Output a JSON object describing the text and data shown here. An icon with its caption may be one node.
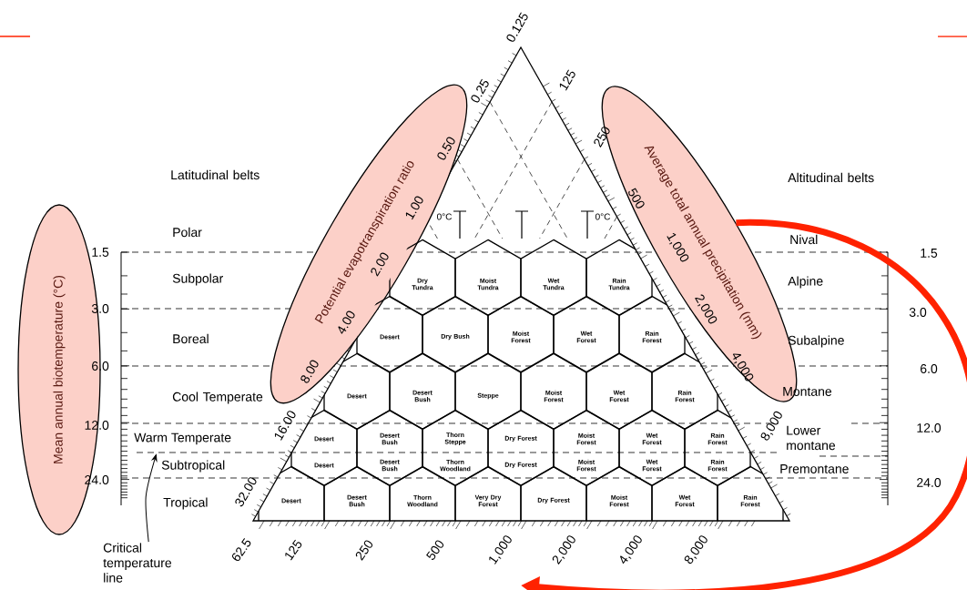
{
  "diagram": {
    "nodes": [
      {
        "text": [
          "Potential evapotranspiration ratio"
        ]
      },
      {
        "text": [
          "Average total annual precipitation (mm)"
        ]
      },
      {
        "text": [
          "Mean annual biotemperature (°C)"
        ]
      },
      {
        "text": [
          "Dry Tundra"
        ]
      },
      {
        "text": [
          "Moist Tundra"
        ]
      },
      {
        "text": [
          "Wet Tundra"
        ]
      },
      {
        "text": [
          "Rain Tundra"
        ]
      },
      {
        "text": [
          "Desert"
        ]
      },
      {
        "text": [
          "Dry Bush"
        ]
      },
      {
        "text": [
          "Moist Forest"
        ]
      },
      {
        "text": [
          "Wet Forest"
        ]
      },
      {
        "text": [
          "Rain Forest"
        ]
      },
      {
        "text": [
          "Desert"
        ]
      },
      {
        "text": [
          "Desert Bush"
        ]
      },
      {
        "text": [
          "Steppe"
        ]
      },
      {
        "text": [
          "Moist Forest"
        ]
      },
      {
        "text": [
          "Wet Forest"
        ]
      },
      {
        "text": [
          "Rain Forest"
        ]
      },
      {
        "text": [
          "Desert",
          "Desert"
        ]
      },
      {
        "text": [
          "Desert Bush",
          "Desert Bush"
        ]
      },
      {
        "text": [
          "Thorn Steppe",
          "Thorn Woodland"
        ]
      },
      {
        "text": [
          "Dry Forest",
          "Dry Forest"
        ]
      },
      {
        "text": [
          "Moist Forest",
          "Moist Forest"
        ]
      },
      {
        "text": [
          "Wet Forest",
          "Wet Forest"
        ]
      },
      {
        "text": [
          "Rain Forest",
          "Rain Forest"
        ]
      },
      {
        "text": [
          "Desert"
        ]
      },
      {
        "text": [
          "Desert Bush"
        ]
      },
      {
        "text": [
          "Thorn Woodland"
        ]
      },
      {
        "text": [
          "Very Dry Forest"
        ]
      },
      {
        "text": [
          "Dry Forest"
        ]
      },
      {
        "text": [
          "Moist Forest"
        ]
      },
      {
        "text": [
          "Wet Forest"
        ]
      },
      {
        "text": [
          "Rain Forest"
        ]
      },
      {
        "text": [
          "Critical temperature line"
        ]
      },
      {
        "text": [],
        "shape": "line"
      }
    ],
    "edges": [
      {
        "from": 1,
        "to": null,
        "arrow": "to",
        "style": "thick",
        "color": "#ff2200"
      },
      {
        "from": 33,
        "to": 34,
        "arrow": "to",
        "color": "#000000"
      }
    ],
    "labels": [
      "0.125",
      "0.25",
      "125",
      "0.50",
      "250",
      "Latitudinal belts",
      "Altitudinal belts",
      "1.00",
      "500",
      "0°C",
      "0°C",
      "Polar",
      "1,000",
      "Nival",
      "1.5",
      "2.00",
      "1.5",
      "Subpolar",
      "Alpine",
      "3.0",
      "2,000",
      "3.0",
      "Boreal",
      "4.00",
      "Subalpine",
      "6.0",
      "8.00",
      "4,000",
      "6.0",
      "Cool Temperate",
      "Montane",
      "12.0",
      "16.00",
      "8,000",
      "Lower montane",
      "12.0",
      "Warm Temperate",
      "Subtropical",
      "Premontane",
      "24.0",
      "32.00",
      "24.0",
      "Tropical",
      "62.5",
      "125",
      "250",
      "500",
      "1,000",
      "2,000",
      "4,000",
      "8,000"
    ]
  }
}
